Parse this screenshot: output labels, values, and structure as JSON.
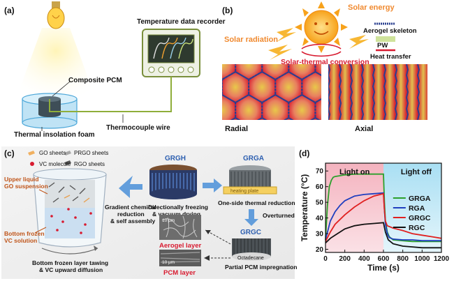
{
  "panel_a": {
    "label": "(a)",
    "recorder": "Temperature data recorder",
    "composite": "Composite PCM",
    "thermocouple": "Thermocouple wire",
    "foam": "Thermal insolation foam"
  },
  "panel_b": {
    "label": "(b)",
    "solar_energy": "Solar energy",
    "solar_radiation": "Solar radiation",
    "conversion": "Solar-thermal conversion",
    "legend": [
      "Aerogel skeleton",
      "PW",
      "Heat transfer"
    ],
    "radial": "Radial",
    "axial": "Axial"
  },
  "panel_c": {
    "label": "(c)",
    "legend": [
      "GO sheets",
      "PRGO sheets",
      "VC molecule",
      "RGO sheets"
    ],
    "upper_liquid": "Upper liquid\nGO suspension",
    "bottom_frozen": "Bottom frozen\nVC solution",
    "gradient": "Gradient chemical\nreduction\n& self assembly",
    "tawing": "Bottom frozen layer tawing\n& VC upward diffusion",
    "grgh": "GRGH",
    "freeze": "Directionally freezing\n& vacuum drying",
    "grga": "GRGA",
    "heating_plate": "heating plate",
    "one_side": "One-side thermal reduction",
    "overturned": "Overturned",
    "grgc": "GRGC",
    "octadecane": "Octadecane",
    "partial": "Partial PCM impregnation",
    "aerogel_layer": "Aerogel layer",
    "pcm_layer": "PCM layer",
    "scale1": "10 μm",
    "scale2": "10 μm"
  },
  "panel_d": {
    "label": "(d)",
    "light_on": "Light on",
    "light_off": "Light off"
  },
  "chart_data": {
    "type": "line",
    "xlabel": "Time (s)",
    "ylabel": "Temperature (°C)",
    "xlim": [
      0,
      1200
    ],
    "ylim": [
      18,
      75
    ],
    "xticks": [
      0,
      200,
      400,
      600,
      800,
      1000,
      1200
    ],
    "yticks": [
      20,
      30,
      40,
      50,
      60,
      70
    ],
    "legend_position": "right",
    "series": [
      {
        "name": "GRGA",
        "color": "#2ca02c",
        "x": [
          0,
          20,
          40,
          60,
          80,
          100,
          150,
          200,
          300,
          400,
          500,
          600,
          610,
          620,
          640,
          660,
          700,
          800,
          900,
          1000,
          1100,
          1200
        ],
        "y": [
          26,
          48,
          60,
          64,
          66,
          66.5,
          67,
          67.5,
          68,
          68,
          68,
          68,
          50,
          38,
          31,
          28,
          26,
          25.5,
          25,
          25,
          25,
          25
        ]
      },
      {
        "name": "RGA",
        "color": "#1f3fbf",
        "x": [
          0,
          50,
          100,
          150,
          200,
          300,
          400,
          500,
          600,
          610,
          620,
          640,
          660,
          700,
          800,
          900,
          1000,
          1100,
          1200
        ],
        "y": [
          26,
          38,
          44,
          48,
          51,
          54,
          55,
          55.5,
          56,
          45,
          36,
          30,
          27.5,
          26.5,
          26,
          26,
          25.5,
          25.5,
          25.5
        ]
      },
      {
        "name": "GRGC",
        "color": "#e02020",
        "x": [
          0,
          50,
          100,
          200,
          300,
          400,
          500,
          600,
          610,
          620,
          640,
          660,
          700,
          800,
          900,
          1000,
          1100,
          1200
        ],
        "y": [
          25,
          31,
          36,
          42,
          47,
          51,
          54,
          55.5,
          45,
          38,
          35,
          34.5,
          33.5,
          32,
          30,
          29,
          28,
          27
        ]
      },
      {
        "name": "RGC",
        "color": "#111111",
        "x": [
          0,
          50,
          100,
          150,
          200,
          300,
          400,
          500,
          600,
          620,
          650,
          700,
          800,
          900,
          1000,
          1100,
          1200
        ],
        "y": [
          24,
          27,
          29,
          31,
          33,
          35,
          36,
          36.5,
          37,
          31,
          26,
          23.5,
          22,
          21.5,
          21,
          21,
          21
        ]
      }
    ]
  }
}
